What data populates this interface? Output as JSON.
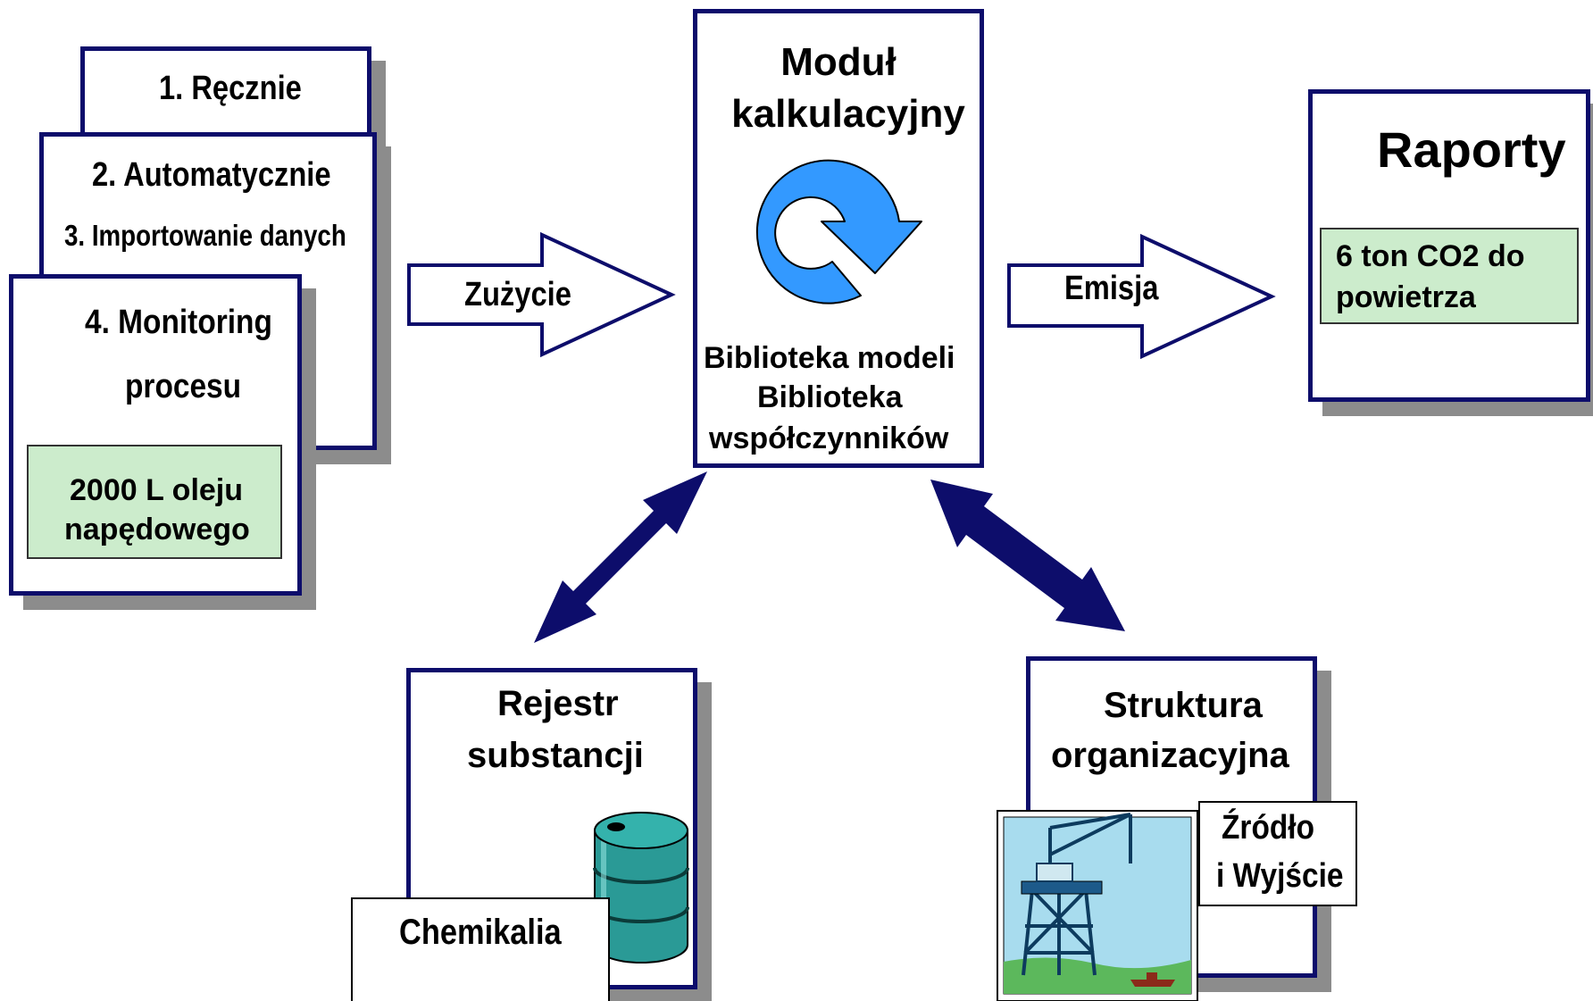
{
  "input_methods": {
    "method1": "1. Ręcznie",
    "method2": "2. Automatycznie",
    "method3": "3. Importowanie danych",
    "method4_line1": "4. Monitoring",
    "method4_line2": "procesu",
    "quantity_line1": "2000 L oleju",
    "quantity_line2": "napędowego"
  },
  "arrows": {
    "usage_label": "Zużycie",
    "emission_label": "Emisja"
  },
  "calc_module": {
    "title_line1": "Moduł",
    "title_line2": "kalkulacyjny",
    "lib1": "Biblioteka modeli",
    "lib2_line1": "Biblioteka",
    "lib2_line2": "współczynników"
  },
  "reports": {
    "title": "Raporty",
    "result_line1": "6 ton CO2 do",
    "result_line2": "powietrza"
  },
  "substance_register": {
    "title_line1": "Rejestr",
    "title_line2": "substancji",
    "tag": "Chemikalia"
  },
  "org_structure": {
    "title_line1": "Struktura",
    "title_line2": "organizacyjna",
    "tag_line1": "Źródło",
    "tag_line2": "i Wyjście"
  },
  "colors": {
    "border": "#0d0d6b",
    "shadow": "#8c8c8c",
    "highlight": "#cceccc",
    "cycle_icon": "#3399ff",
    "barrel": "#2a9a96"
  },
  "icons": {
    "calc_icon": "refresh-cycle-icon",
    "barrel_icon": "oil-barrel-icon",
    "platform_icon": "oil-platform-icon"
  }
}
